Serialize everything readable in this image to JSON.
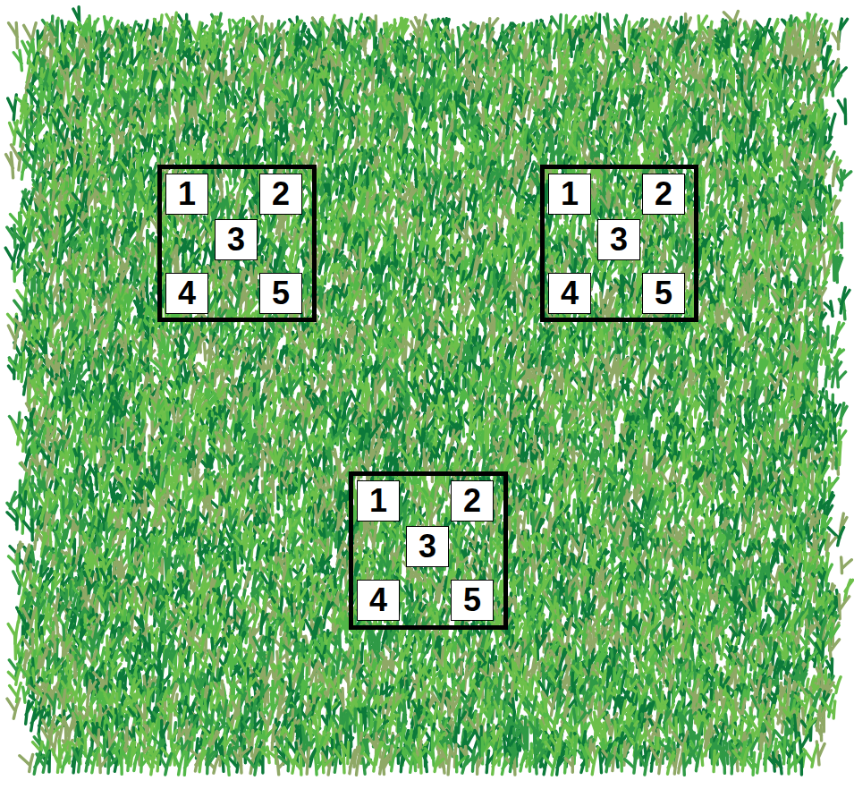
{
  "diagram": {
    "nodes": [
      {
        "text": []
      },
      {
        "text": [
          "1"
        ],
        "in": 0
      },
      {
        "text": [
          "2"
        ],
        "in": 0
      },
      {
        "text": [
          "3"
        ],
        "in": 0
      },
      {
        "text": [
          "4"
        ],
        "in": 0
      },
      {
        "text": [
          "5"
        ],
        "in": 0
      },
      {
        "text": []
      },
      {
        "text": [
          "1"
        ],
        "in": 6
      },
      {
        "text": [
          "2"
        ],
        "in": 6
      },
      {
        "text": [
          "3"
        ],
        "in": 6
      },
      {
        "text": [
          "4"
        ],
        "in": 6
      },
      {
        "text": [
          "5"
        ],
        "in": 6
      },
      {
        "text": []
      },
      {
        "text": [
          "1"
        ],
        "in": 12
      },
      {
        "text": [
          "2"
        ],
        "in": 12
      },
      {
        "text": [
          "3"
        ],
        "in": 12
      },
      {
        "text": [
          "4"
        ],
        "in": 12
      },
      {
        "text": [
          "5"
        ],
        "in": 12
      }
    ]
  }
}
